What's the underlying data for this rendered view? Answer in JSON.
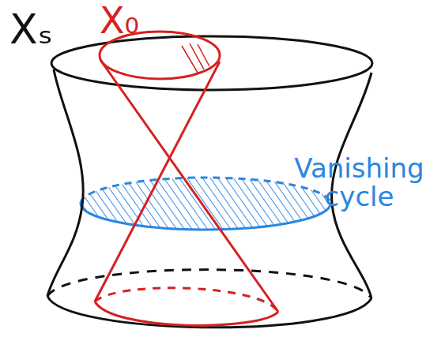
{
  "diagram": {
    "labels": [
      "Xₛ",
      "X₀",
      "Vanishing cycle"
    ]
  }
}
